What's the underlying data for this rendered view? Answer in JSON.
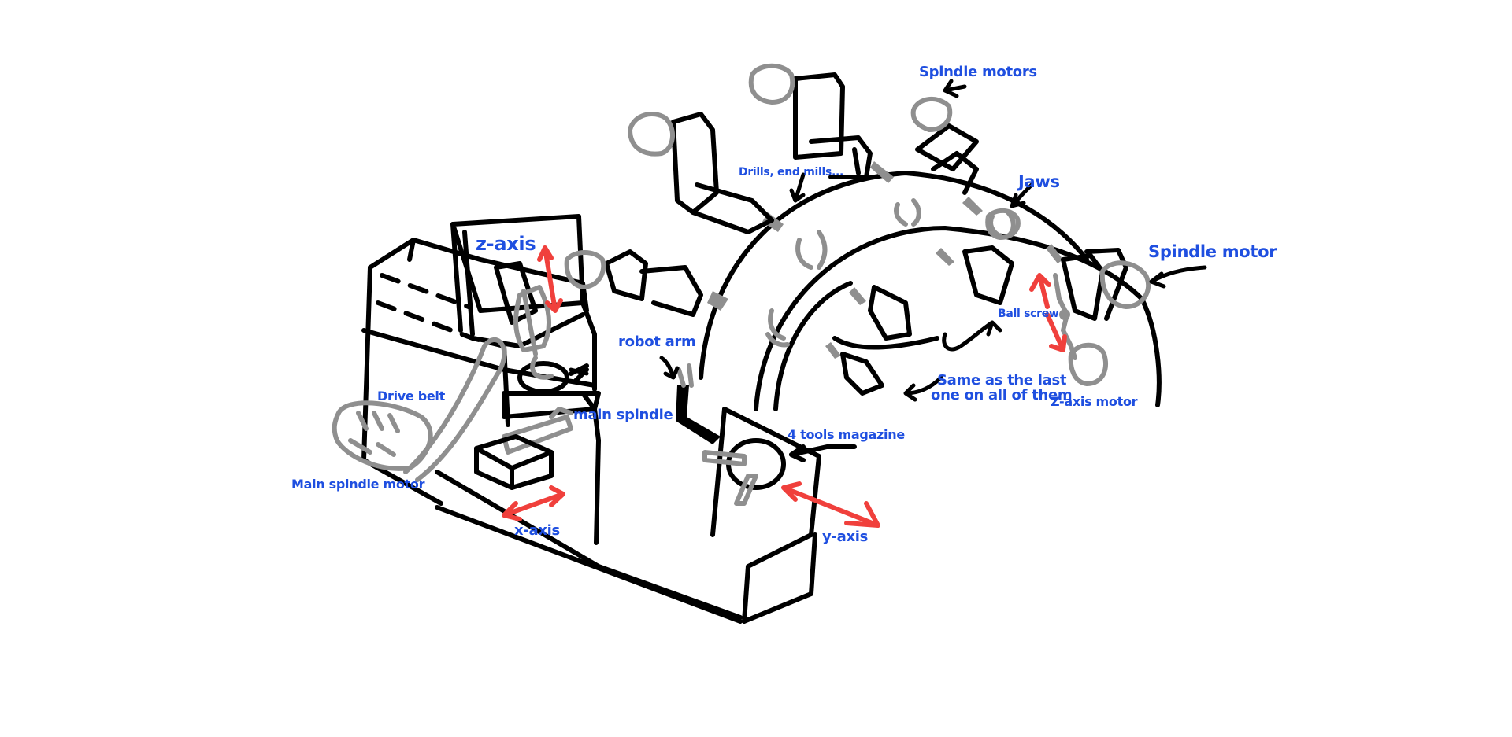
{
  "diagram": {
    "title": "CNC machine with robot arm and tool magazines sketch",
    "colors": {
      "label": "#1f4fe0",
      "ink": "#000000",
      "component_gray": "#8f8f8f",
      "axis_arrow": "#f0403c",
      "background": "#ffffff"
    },
    "labels": {
      "spindle_motors": "Spindle motors",
      "jaws": "Jaws",
      "drills_end_mills": "Drills, end mills...",
      "spindle_motor": "Spindle motor",
      "z_axis": "z-axis",
      "robot_arm": "robot arm",
      "ball_screw": "Ball screw",
      "same_as_last_line1": "Same as the last",
      "same_as_last_line2": "one on all of them",
      "z_axis_motor": "Z-axis motor",
      "drive_belt": "Drive belt",
      "main_spindle": "main spindle",
      "tools_magazine": "4 tools magazine",
      "main_spindle_motor": "Main spindle motor",
      "x_axis": "x-axis",
      "y_axis": "y-axis"
    }
  }
}
